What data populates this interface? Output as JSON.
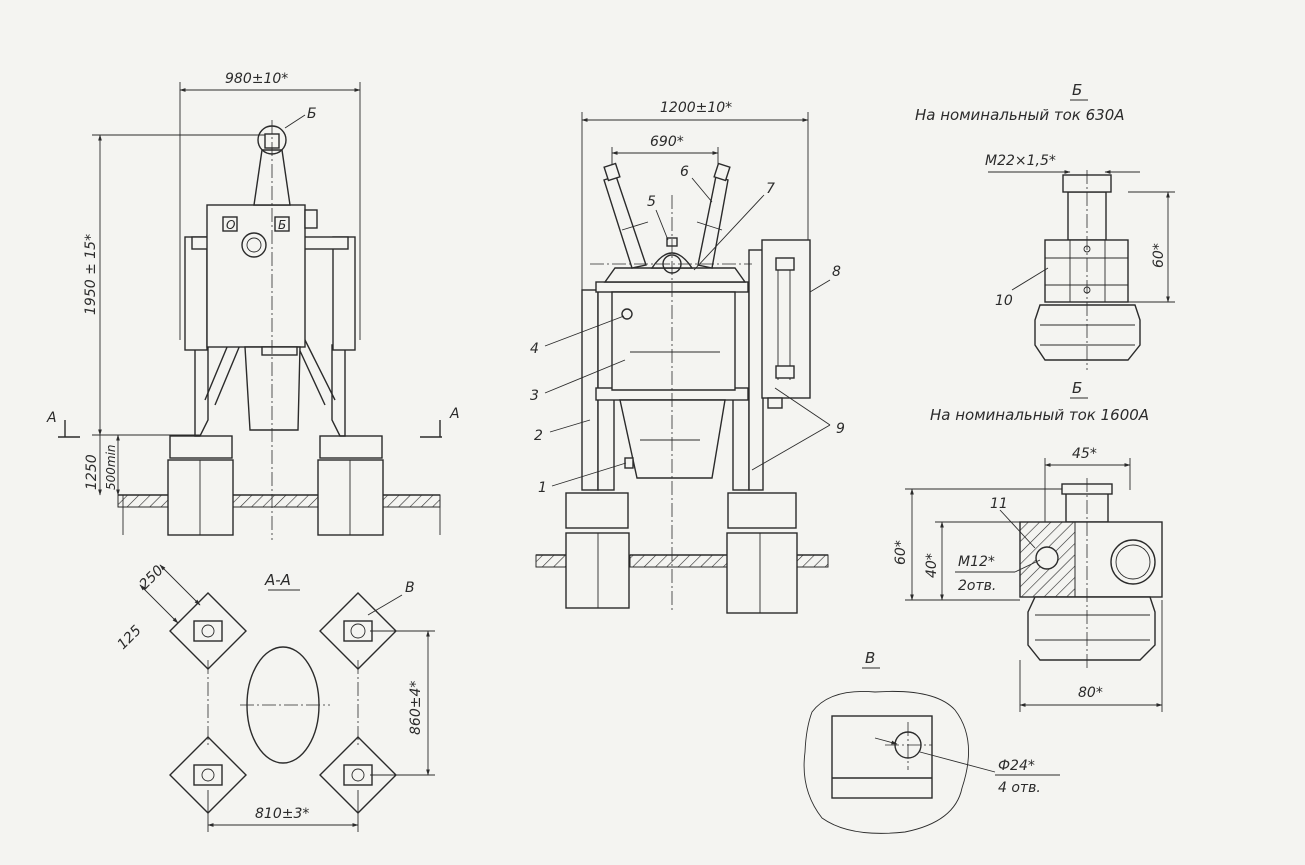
{
  "front_view": {
    "width_dim": "980±10*",
    "height_dim": "1950 ± 15*",
    "base_dim": "1250",
    "base_min_dim": "500min",
    "detail_ref": "Б",
    "section_mark": "А",
    "panel_label_left": "О",
    "panel_label_right": "Б"
  },
  "section_view": {
    "title": "А-А",
    "dim_250": "250",
    "dim_125": "125",
    "dim_height": "860±4*",
    "dim_width": "810±3*",
    "detail_ref": "В"
  },
  "side_view": {
    "width_dim": "1200±10*",
    "bushing_dim": "690*",
    "callouts": [
      "1",
      "2",
      "3",
      "4",
      "5",
      "6",
      "7",
      "8",
      "9"
    ]
  },
  "detail_630": {
    "title": "Б",
    "subtitle": "На номинальный ток 630А",
    "thread": "М22×1,5*",
    "height_dim": "60*",
    "callout": "10"
  },
  "detail_1600": {
    "title": "Б",
    "subtitle": "На номинальный ток 1600А",
    "dim_45": "45*",
    "dim_60": "60*",
    "dim_40": "40*",
    "thread": "М12*",
    "holes": "2отв.",
    "callout": "11",
    "dim_80": "80*"
  },
  "detail_v": {
    "title": "В",
    "hole_dim": "Ф24*",
    "holes": "4 отв."
  }
}
